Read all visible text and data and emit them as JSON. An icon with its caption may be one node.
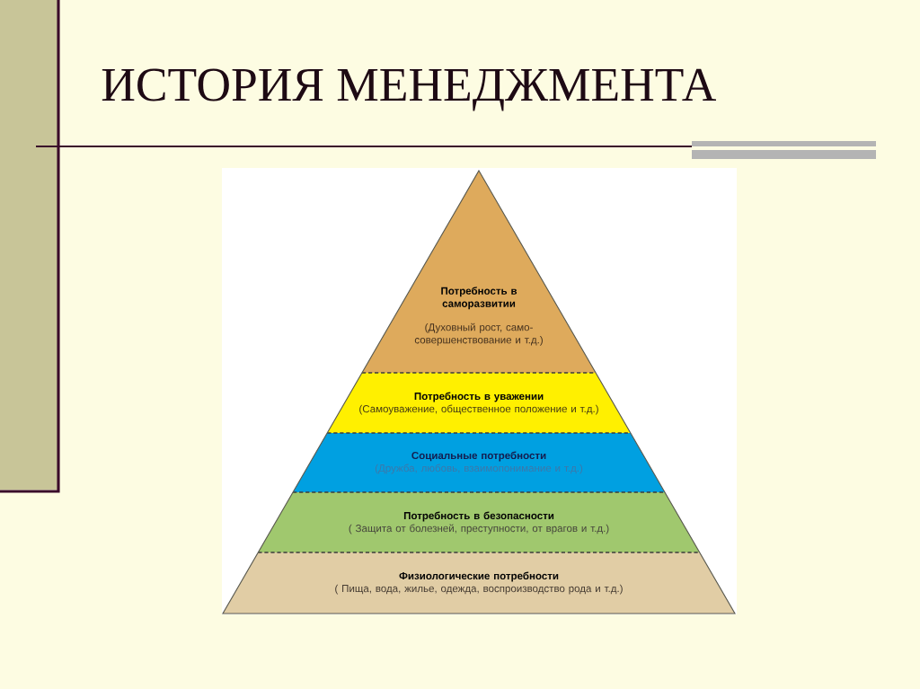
{
  "diagram": {
    "title": "ИСТОРИЯ МЕНЕДЖМЕНТА",
    "nodes": [
      {
        "text": [
          "Потребность в саморазвитии",
          "(Духовный рост, само-совершенствование и т.д.)"
        ]
      },
      {
        "text": [
          "Потребность в уважении",
          "(Самоуважение, общественное положение и т.д.)"
        ]
      },
      {
        "text": [
          "Социальные потребности",
          "(Дружба, любовь, взаимопонимание и т.д.)"
        ]
      },
      {
        "text": [
          "Потребность в безопасности",
          "( Защита от болезней, преступности, от врагов и т.д.)"
        ]
      },
      {
        "text": [
          "Физиологические потребности",
          "( Пища, вода, жилье, одежда, воспроизводство рода и т.д.)"
        ]
      }
    ]
  }
}
